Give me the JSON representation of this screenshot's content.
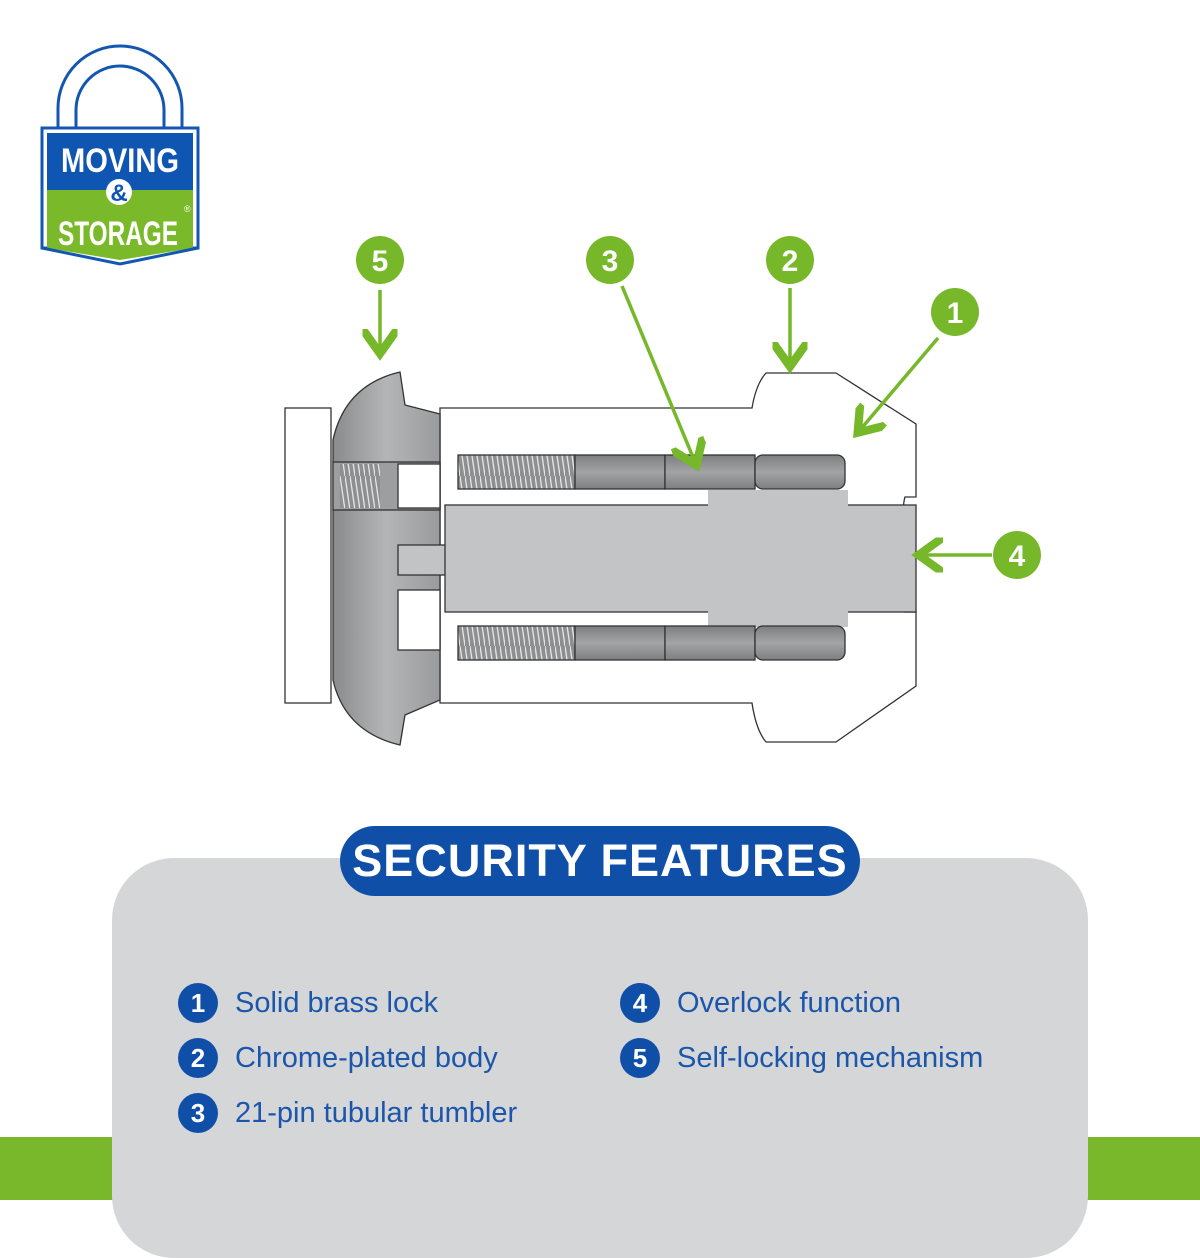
{
  "logo": {
    "line1": "MOVING",
    "ampersand": "&",
    "line2": "STORAGE",
    "mark": "®",
    "colors": {
      "blue": "#0f4fa8",
      "green": "#7ab929"
    }
  },
  "diagram": {
    "callouts": [
      {
        "number": "5"
      },
      {
        "number": "3"
      },
      {
        "number": "2"
      },
      {
        "number": "1"
      },
      {
        "number": "4"
      }
    ],
    "callout_color": "#77b82a"
  },
  "features": {
    "title": "SECURITY FEATURES",
    "items": [
      {
        "number": "1",
        "label": "Solid brass lock"
      },
      {
        "number": "2",
        "label": "Chrome-plated body"
      },
      {
        "number": "3",
        "label": "21-pin tubular tumbler"
      },
      {
        "number": "4",
        "label": "Overlock function"
      },
      {
        "number": "5",
        "label": "Self-locking mechanism"
      }
    ],
    "accent_color": "#0f4fa8"
  }
}
